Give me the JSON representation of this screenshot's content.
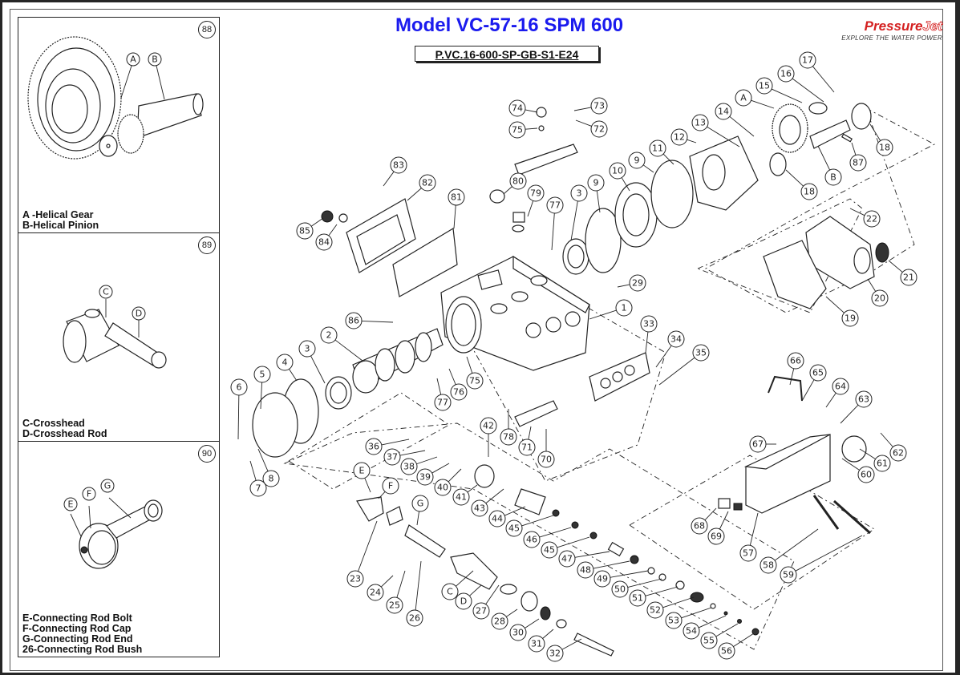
{
  "header": {
    "title": "Model VC-57-16 SPM 600",
    "part_number": "P.VC.16-600-SP-GB-S1-E24",
    "brand_name": "Pressure",
    "brand_name_suffix": "Jet",
    "brand_tagline": "EXPLORE THE WATER POWER",
    "title_color": "#1a1aee",
    "brand_color": "#d42020"
  },
  "insets": [
    {
      "number": "88",
      "labels": [
        "A",
        "B"
      ],
      "caption": [
        "A -Helical Gear",
        "B-Helical Pinion"
      ]
    },
    {
      "number": "89",
      "labels": [
        "C",
        "D"
      ],
      "caption": [
        "C-Crosshead",
        "D-Crosshead Rod"
      ]
    },
    {
      "number": "90",
      "labels": [
        "E",
        "F",
        "G"
      ],
      "caption": [
        "E-Connecting Rod Bolt",
        "F-Connecting Rod Cap",
        "G-Connecting Rod End",
        "26-Connecting Rod Bush"
      ]
    }
  ],
  "callouts": [
    {
      "id": "1"
    },
    {
      "id": "2"
    },
    {
      "id": "3a",
      "label": "3"
    },
    {
      "id": "3b",
      "label": "3"
    },
    {
      "id": "4"
    },
    {
      "id": "5"
    },
    {
      "id": "6"
    },
    {
      "id": "7"
    },
    {
      "id": "8"
    },
    {
      "id": "9a",
      "label": "9"
    },
    {
      "id": "9b",
      "label": "9"
    },
    {
      "id": "10"
    },
    {
      "id": "11"
    },
    {
      "id": "12"
    },
    {
      "id": "13"
    },
    {
      "id": "14"
    },
    {
      "id": "15"
    },
    {
      "id": "16"
    },
    {
      "id": "17"
    },
    {
      "id": "18a",
      "label": "18"
    },
    {
      "id": "18b",
      "label": "18"
    },
    {
      "id": "19"
    },
    {
      "id": "20"
    },
    {
      "id": "21"
    },
    {
      "id": "22"
    },
    {
      "id": "23"
    },
    {
      "id": "24"
    },
    {
      "id": "25"
    },
    {
      "id": "26"
    },
    {
      "id": "27"
    },
    {
      "id": "28"
    },
    {
      "id": "29"
    },
    {
      "id": "30"
    },
    {
      "id": "31"
    },
    {
      "id": "32"
    },
    {
      "id": "33"
    },
    {
      "id": "34"
    },
    {
      "id": "35"
    },
    {
      "id": "36"
    },
    {
      "id": "37"
    },
    {
      "id": "38"
    },
    {
      "id": "39"
    },
    {
      "id": "40"
    },
    {
      "id": "41"
    },
    {
      "id": "42"
    },
    {
      "id": "43"
    },
    {
      "id": "44"
    },
    {
      "id": "45a",
      "label": "45"
    },
    {
      "id": "45b",
      "label": "45"
    },
    {
      "id": "46"
    },
    {
      "id": "47"
    },
    {
      "id": "48"
    },
    {
      "id": "49"
    },
    {
      "id": "50"
    },
    {
      "id": "51"
    },
    {
      "id": "52"
    },
    {
      "id": "53"
    },
    {
      "id": "54"
    },
    {
      "id": "55"
    },
    {
      "id": "56"
    },
    {
      "id": "57"
    },
    {
      "id": "58"
    },
    {
      "id": "59"
    },
    {
      "id": "60"
    },
    {
      "id": "61"
    },
    {
      "id": "62"
    },
    {
      "id": "63"
    },
    {
      "id": "64"
    },
    {
      "id": "65"
    },
    {
      "id": "66"
    },
    {
      "id": "67"
    },
    {
      "id": "68"
    },
    {
      "id": "69"
    },
    {
      "id": "70"
    },
    {
      "id": "71"
    },
    {
      "id": "72"
    },
    {
      "id": "73"
    },
    {
      "id": "74"
    },
    {
      "id": "75a",
      "label": "75"
    },
    {
      "id": "75b",
      "label": "75"
    },
    {
      "id": "76"
    },
    {
      "id": "77a",
      "label": "77"
    },
    {
      "id": "77b",
      "label": "77"
    },
    {
      "id": "78"
    },
    {
      "id": "79"
    },
    {
      "id": "80"
    },
    {
      "id": "81"
    },
    {
      "id": "82"
    },
    {
      "id": "83"
    },
    {
      "id": "84"
    },
    {
      "id": "85"
    },
    {
      "id": "86"
    },
    {
      "id": "87"
    },
    {
      "id": "A"
    },
    {
      "id": "B"
    },
    {
      "id": "C"
    },
    {
      "id": "D"
    },
    {
      "id": "E"
    },
    {
      "id": "F"
    },
    {
      "id": "G"
    }
  ]
}
